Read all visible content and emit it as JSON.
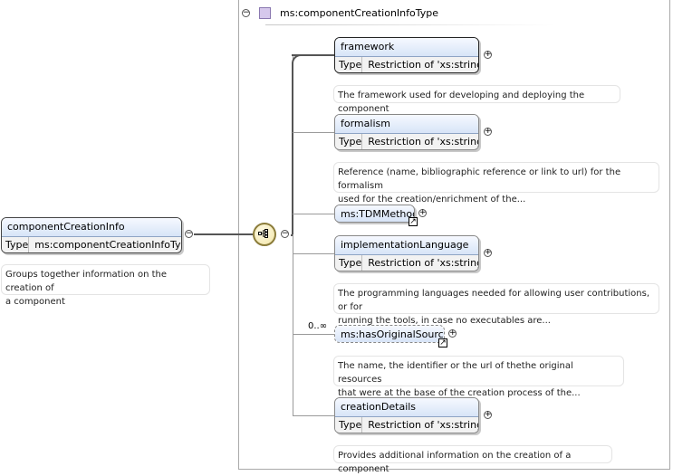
{
  "root": {
    "name": "componentCreationInfo",
    "type_label": "Type",
    "type_value": "ms:componentCreationInfoType",
    "documentation": [
      "Groups together information on the creation of",
      "a component"
    ]
  },
  "complex_type": {
    "name": "ms:componentCreationInfoType"
  },
  "children": [
    {
      "name": "framework",
      "type_label": "Type",
      "type_value": "Restriction of 'xs:string'",
      "documentation": [
        "The framework used for developing and deploying the component"
      ]
    },
    {
      "name": "formalism",
      "type_label": "Type",
      "type_value": "Restriction of 'xs:string'",
      "documentation": [
        "Reference (name, bibliographic reference or link to url) for the formalism",
        "used for the creation/enrichment of the..."
      ]
    },
    {
      "name": "ms:TDMMethod"
    },
    {
      "name": "implementationLanguage",
      "type_label": "Type",
      "type_value": "Restriction of 'xs:string'",
      "documentation": [
        "The programming languages needed for allowing user contributions, or for",
        "running the tools, in case no executables are..."
      ]
    },
    {
      "name": "ms:hasOriginalSource",
      "cardinality": "0..∞",
      "documentation": [
        "The name, the identifier or the url of thethe original resources",
        "that were at the base of the creation process of the..."
      ]
    },
    {
      "name": "creationDetails",
      "type_label": "Type",
      "type_value": "Restriction of 'xs:string'",
      "documentation": [
        "Provides additional information on the creation of a component"
      ]
    }
  ],
  "symbols": {
    "collapse": "−",
    "expand": "+",
    "ref_arrow": "↗"
  },
  "colors": {
    "header_top": "#f6f9ff",
    "header_bottom": "#d7e4f7",
    "complex_type_swatch": "#d6c8ec",
    "sequence_fill": "#f1e4a6"
  }
}
